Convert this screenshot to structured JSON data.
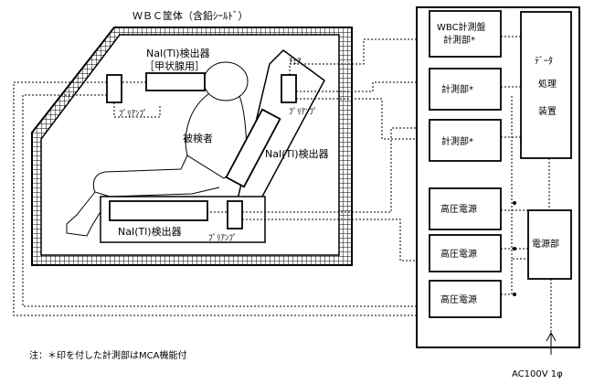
{
  "enclosure": {
    "title": "ＷＢＣ筐体（含鉛ｼｰﾙﾄﾞ）"
  },
  "detector_thyroid": {
    "name": "NaI(Tl)検出器",
    "sub": "［甲状腺用］"
  },
  "detector_back": {
    "name": "NaI(Tl)検出器"
  },
  "detector_bottom": {
    "name": "NaI(Tl)検出器"
  },
  "chair_label": "ﾁｪｱ",
  "subject_label": "被検者",
  "preamp_label": "ﾌﾟﾘｱﾝﾌﾟ",
  "rack": {
    "counter1": [
      "WBC計測盤",
      "計測部*"
    ],
    "counter2": "計測部*",
    "counter3": "計測部*",
    "hv": [
      "高圧電源",
      "高圧電源",
      "高圧電源"
    ],
    "data_proc": [
      "ﾃﾞｰﾀ",
      "処理",
      "装置"
    ],
    "power_unit": "電源部"
  },
  "note": "注：＊印を付した計測部はMCA機能付",
  "power_input": "AC100V 1φ"
}
